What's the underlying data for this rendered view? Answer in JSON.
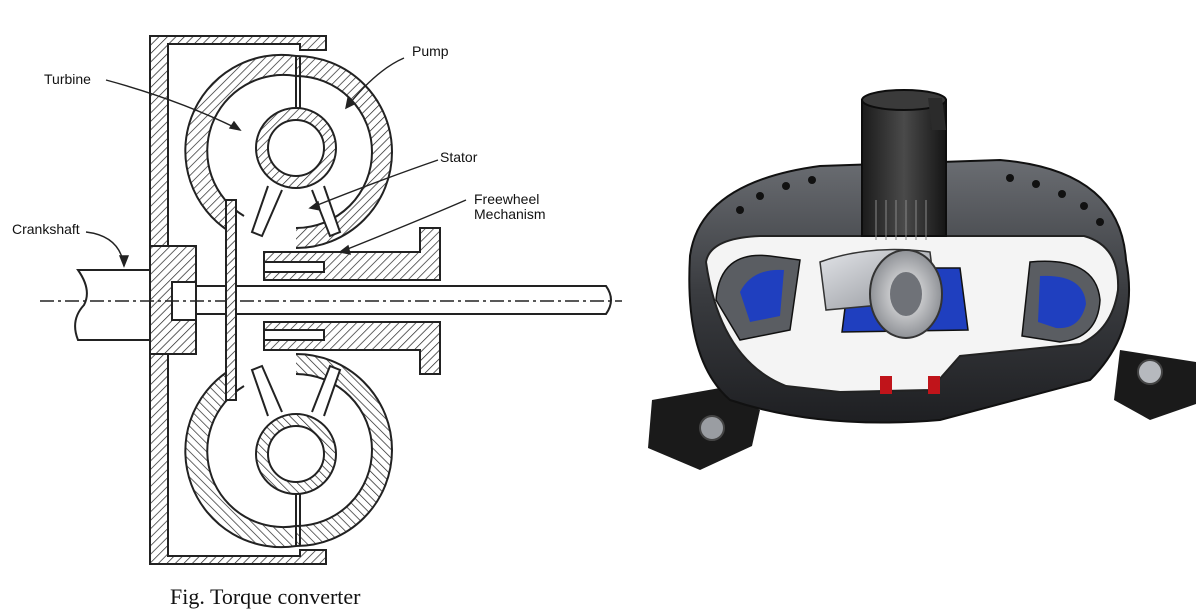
{
  "diagram": {
    "labels": {
      "pump": "Pump",
      "turbine": "Turbine",
      "stator": "Stator",
      "freewheel_line1": "Freewheel",
      "freewheel_line2": "Mechanism",
      "crankshaft": "Crankshaft"
    },
    "caption": "Fig. Torque converter"
  },
  "photo": {
    "accent_blue": "#1f3fbf",
    "body_dark": "#2b2b2b",
    "body_silver": "#b8bcc2",
    "accent_red": "#c0141a"
  }
}
